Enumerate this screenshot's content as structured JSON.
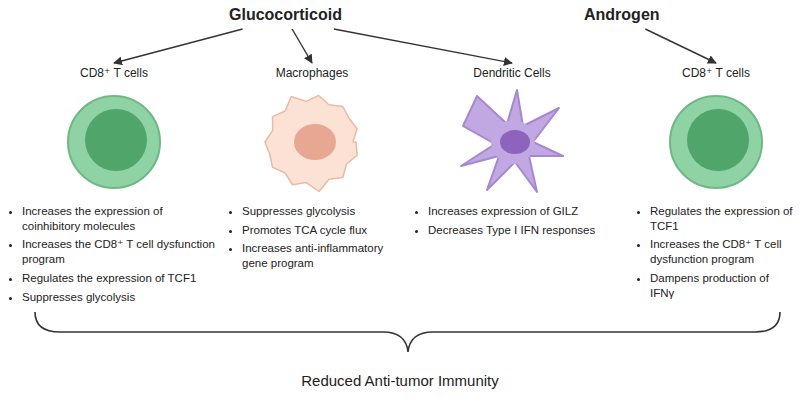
{
  "diagram": {
    "nodes": [
      {
        "text": [
          "Glucocorticoid"
        ]
      },
      {
        "text": [
          "Androgen"
        ]
      },
      {
        "text": [
          "CD8⁺ T cells",
          "Increases the expression of coinhibitory molecules",
          "Increases the CD8⁺ T cell dysfunction program",
          "Regulates the expression of TCF1",
          "Suppresses glycolysis"
        ]
      },
      {
        "text": [
          "Macrophages",
          "Suppresses glycolysis",
          "Promotes TCA cycle flux",
          "Increases anti-inflammatory gene program"
        ]
      },
      {
        "text": [
          "Dendritic Cells",
          "Increases expression of GILZ",
          "Decreases Type I IFN responses"
        ]
      },
      {
        "text": [
          "CD8⁺ T cells",
          "Regulates the expression of TCF1",
          "Increases the CD8⁺ T cell dysfunction program",
          "Dampens production of IFNγ"
        ]
      }
    ],
    "edges": [
      {
        "from": 0,
        "to": 2,
        "arrow": "to"
      },
      {
        "from": 0,
        "to": 3,
        "arrow": "to"
      },
      {
        "from": 0,
        "to": 4,
        "arrow": "to"
      },
      {
        "from": 1,
        "to": 5,
        "arrow": "to"
      }
    ],
    "labels": [
      "Reduced Anti-tumor Immunity"
    ]
  }
}
